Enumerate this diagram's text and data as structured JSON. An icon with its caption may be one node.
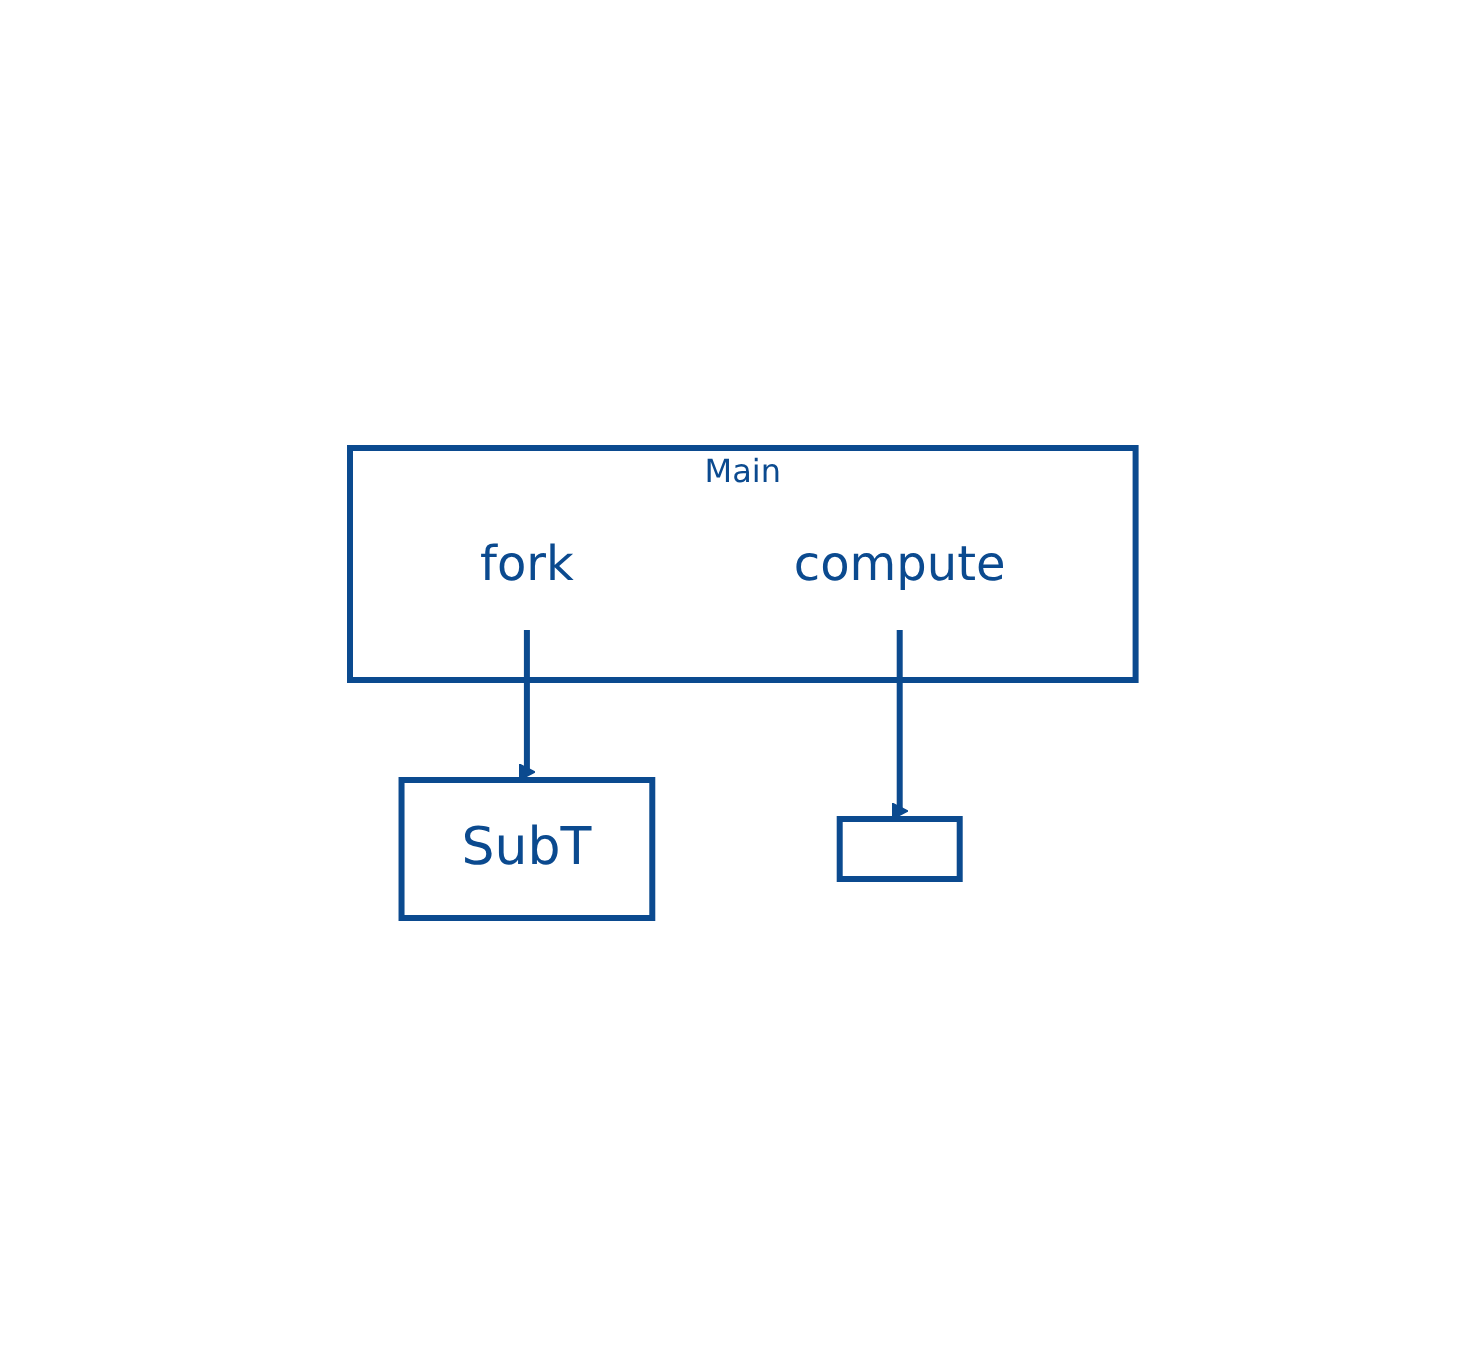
{
  "diagram": {
    "nodes": [
      {
        "text": [
          "Main"
        ]
      },
      {
        "text": [
          "fork"
        ],
        "in": 0
      },
      {
        "text": [
          "compute"
        ],
        "in": 0
      },
      {
        "text": [],
        "shape": "box"
      },
      {
        "text": [
          "SubT"
        ]
      }
    ],
    "edges": [
      {
        "from": 1,
        "to": 4,
        "arrow": "to"
      },
      {
        "from": 2,
        "to": 3,
        "arrow": "to"
      }
    ]
  }
}
